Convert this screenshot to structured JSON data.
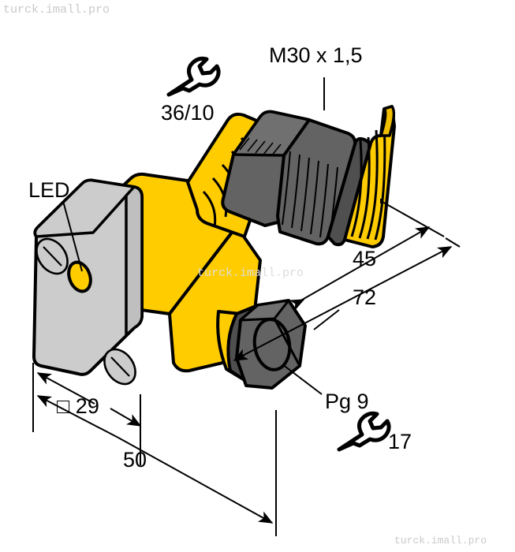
{
  "drawing": {
    "title": "Proximity sensor dimensional drawing",
    "background": "#ffffff",
    "colors": {
      "body_yellow": "#FFCC00",
      "body_yellow_shade": "#F0BE00",
      "face_grey": "#CCCCCC",
      "face_grey_shade": "#BFBFBF",
      "nut_dark": "#636363",
      "nut_dark_shade": "#4F4F4F",
      "nut_dark_light": "#707070",
      "outline": "#000000",
      "watermark": "#c9c9c9"
    }
  },
  "watermarks": {
    "top_left": "turck.imall.pro",
    "middle": "turck.imall.pro",
    "bottom_right": "turck.imall.pro"
  },
  "labels": {
    "thread": "M30 x 1,5",
    "wrench_top": "36/10",
    "led": "LED",
    "dim_45": "45",
    "dim_72": "72",
    "dim_29": "□ 29",
    "dim_50": "50",
    "connector": "Pg 9",
    "wrench_bottom": "17"
  },
  "icons": {
    "wrench_top": "wrench-icon",
    "wrench_bottom": "wrench-icon"
  },
  "dimensions": {
    "thread_size": "M30 x 1,5",
    "wrench_sizes": [
      "36/10",
      "17"
    ],
    "lengths_mm": [
      45,
      72,
      50
    ],
    "square_section_mm": 29,
    "cable_gland": "Pg 9"
  }
}
